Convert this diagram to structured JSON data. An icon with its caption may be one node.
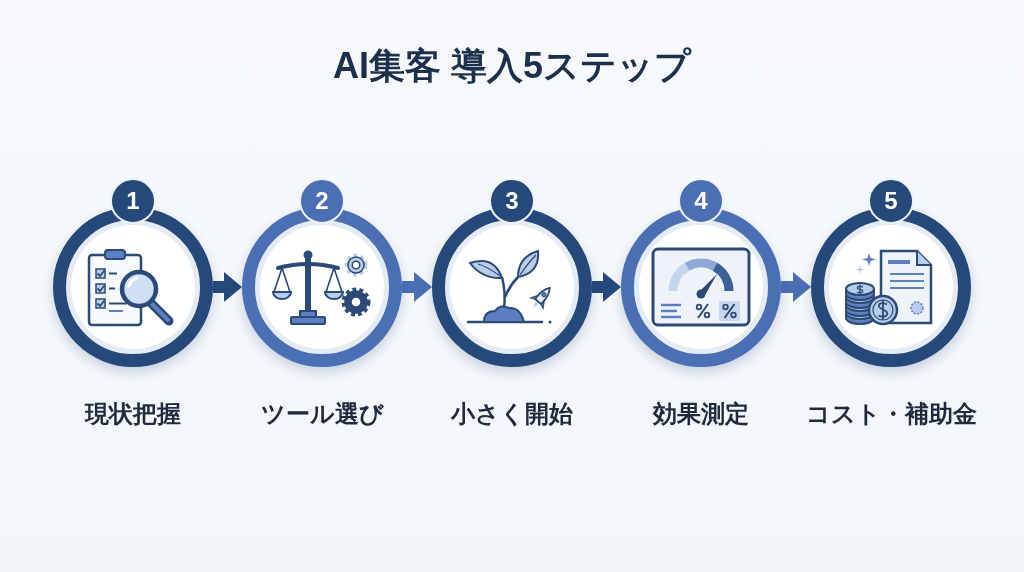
{
  "diagram": {
    "title": "AI集客 導入5ステップ",
    "nodes": [
      {
        "text": [
          "1",
          "現状把握"
        ]
      },
      {
        "text": [
          "2",
          "ツール選び"
        ]
      },
      {
        "text": [
          "3",
          "小さく開始"
        ]
      },
      {
        "text": [
          "4",
          "効果測定"
        ]
      },
      {
        "text": [
          "5",
          "コスト・補助金"
        ]
      }
    ],
    "edges": [
      {
        "from": 0,
        "to": 1,
        "arrow": "to"
      },
      {
        "from": 1,
        "to": 2,
        "arrow": "to",
        "color": "#4a6fb5"
      },
      {
        "from": 2,
        "to": 3,
        "arrow": "to"
      },
      {
        "from": 3,
        "to": 4,
        "arrow": "to",
        "color": "#4a6fb5"
      }
    ]
  }
}
